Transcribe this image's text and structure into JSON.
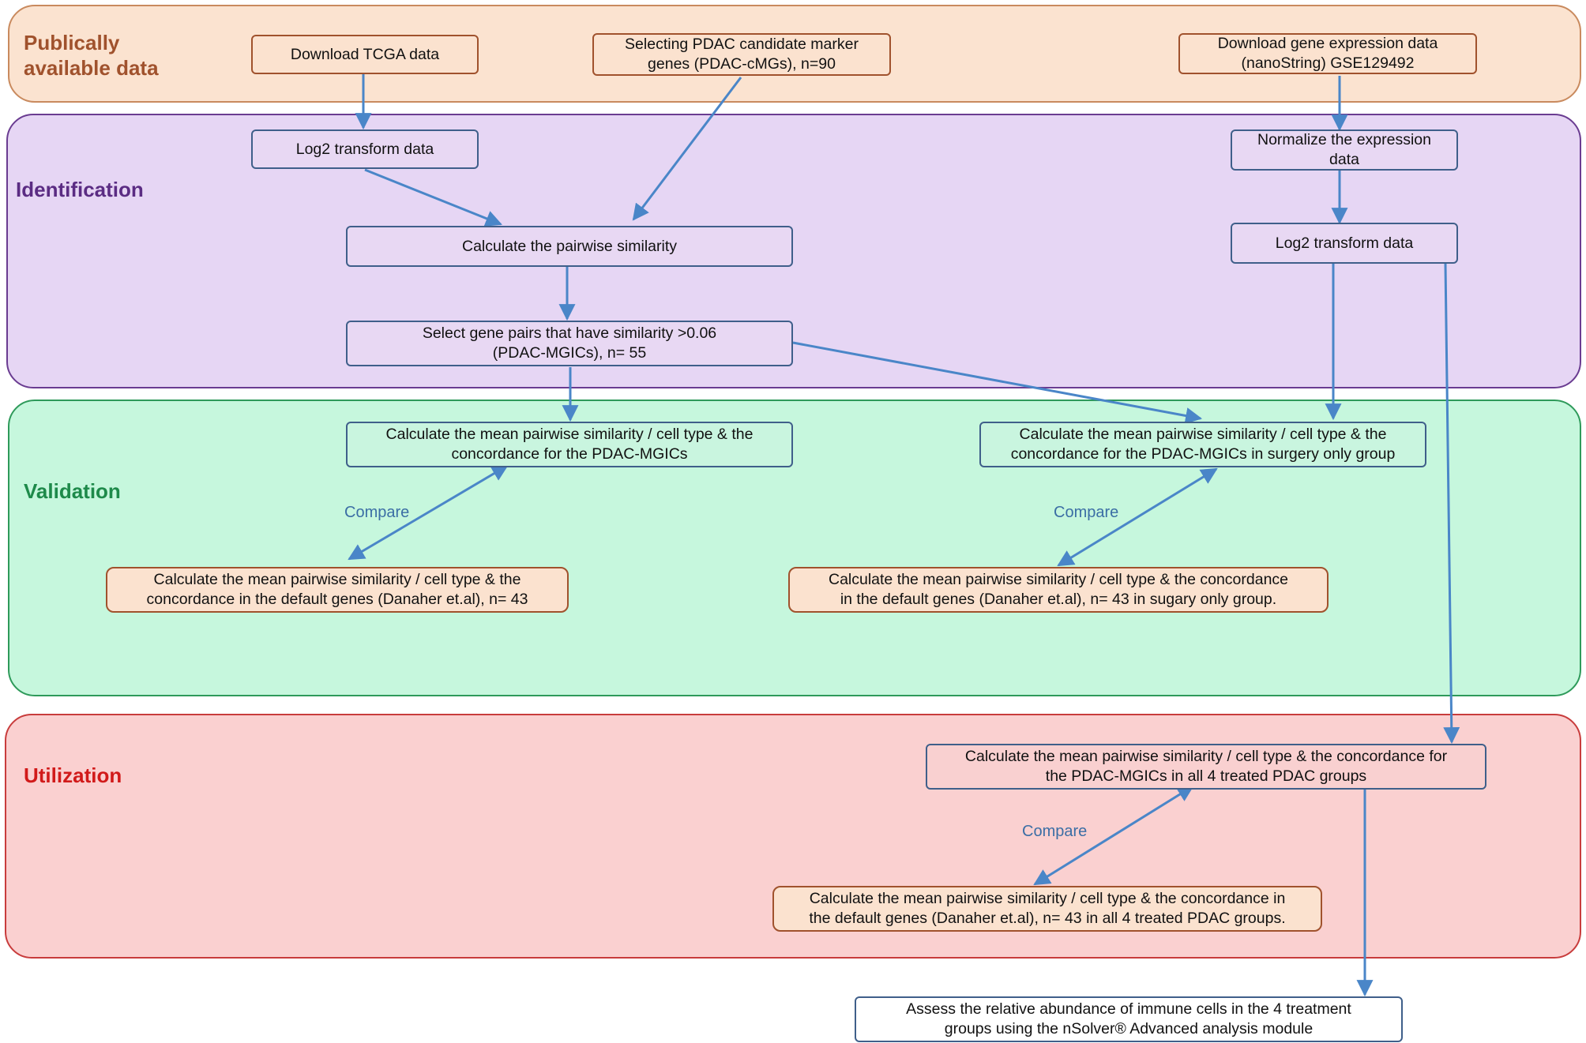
{
  "bands": {
    "public": {
      "label": "Publically\navailable data",
      "color": "#a0522d"
    },
    "identification": {
      "label": "Identification",
      "color": "#5b2c83"
    },
    "validation": {
      "label": "Validation",
      "color": "#1e8a4a"
    },
    "utilization": {
      "label": "Utilization",
      "color": "#d11a1a"
    }
  },
  "boxes": {
    "download_tcga": "Download TCGA data",
    "select_cmg": "Selecting PDAC  candidate marker\ngenes (PDAC-cMGs),  n=90",
    "download_geo": "Download gene expression data\n(nanoString) GSE129492",
    "log2_left": "Log2 transform data",
    "normalize": "Normalize the expression\ndata",
    "pairwise": "Calculate  the pairwise similarity",
    "log2_right": "Log2 transform data",
    "select_pairs": "Select gene pairs that have similarity  >0.06\n(PDAC-MGICs),  n= 55",
    "mean_left": "Calculate  the mean pairwise similarity / cell type & the\nconcordance for the PDAC-MGICs",
    "mean_right": "Calculate  the mean pairwise similarity / cell type & the\nconcordance for the PDAC-MGICs  in  surgery only group",
    "default_left": "Calculate  the mean pairwise similarity / cell type & the\nconcordance in the default genes (Danaher et.al),  n= 43",
    "default_right": "Calculate  the mean pairwise similarity / cell type & the concordance\nin the default genes (Danaher et.al),  n= 43  in  sugary only group.",
    "mean_util": "Calculate  the mean pairwise similarity / cell type & the concordance for\nthe PDAC-MGICs  in  all 4 treated PDAC groups",
    "default_util": "Calculate  the mean pairwise similarity / cell type & the concordance in\nthe default genes (Danaher et.al),  n= 43  in  all 4 treated PDAC groups.",
    "assess": "Assess the relative abundance of immune  cells in the 4 treatment\ngroups using the nSolver® Advanced analysis module"
  },
  "compare_label": "Compare",
  "colors": {
    "arrow": "#4a86c8",
    "box_border": "#3f5f8a",
    "public_fill": "#fbe3d0",
    "identification_fill": "#e6d6f4",
    "validation_fill": "#c6f7dd",
    "utilization_fill": "#fad0d0"
  }
}
